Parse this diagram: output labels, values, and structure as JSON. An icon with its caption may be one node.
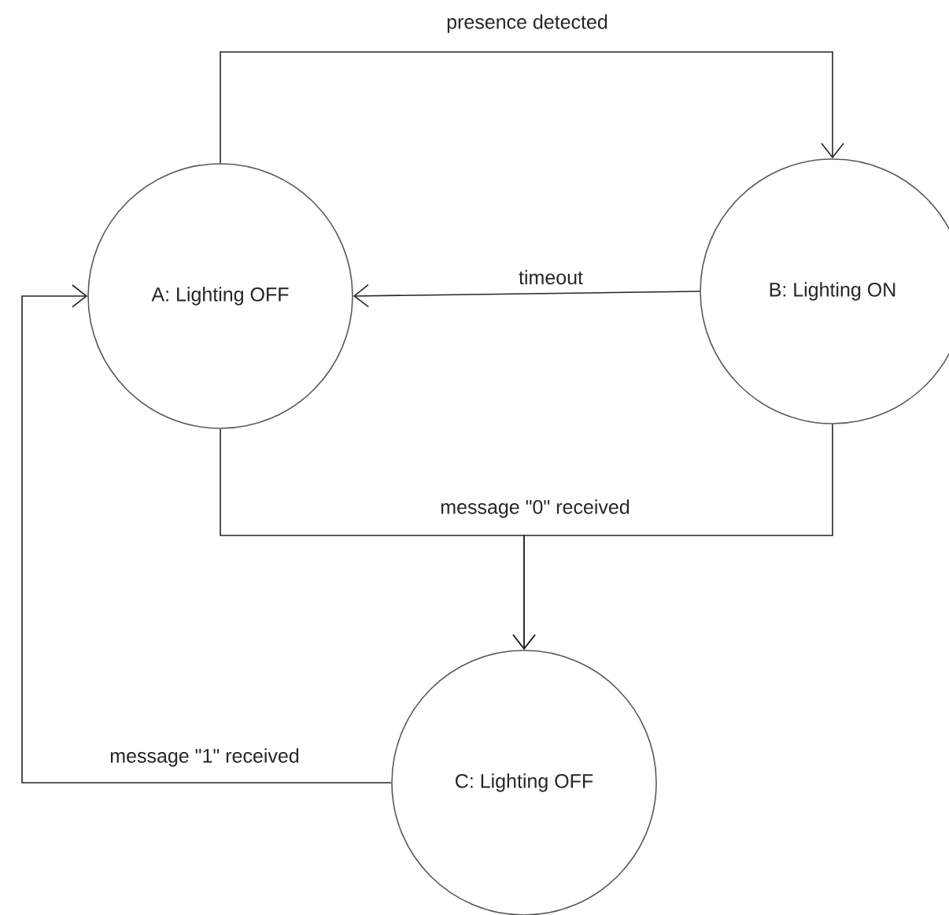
{
  "diagram": {
    "nodes": [
      {
        "text": [
          "A: Lighting OFF"
        ]
      },
      {
        "text": [
          "B: Lighting ON"
        ]
      },
      {
        "text": [
          "C: Lighting OFF"
        ]
      }
    ],
    "edges": [
      {
        "from": 0,
        "to": 1,
        "arrow": "to",
        "label": "presence detected"
      },
      {
        "from": 1,
        "to": 0,
        "arrow": "to",
        "label": "timeout"
      },
      {
        "from": 0,
        "to": 2,
        "arrow": "to",
        "label": "message \"0\" received"
      },
      {
        "from": 1,
        "to": 2,
        "arrow": "to"
      },
      {
        "from": 2,
        "to": 0,
        "arrow": "to",
        "label": "message \"1\" received"
      }
    ]
  }
}
